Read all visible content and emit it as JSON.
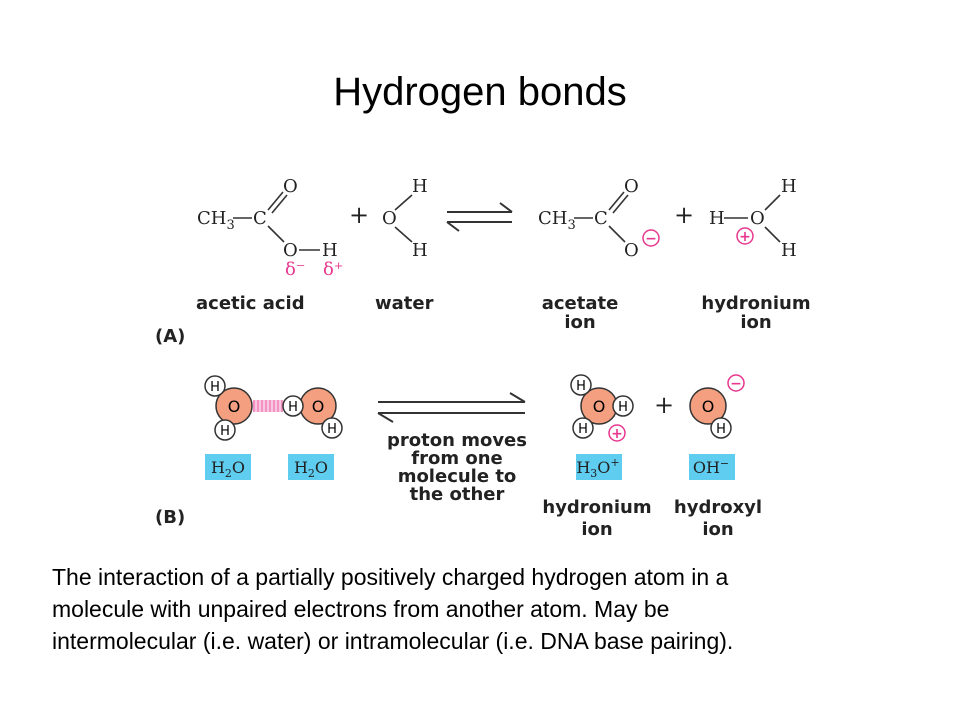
{
  "title": "Hydrogen bonds",
  "caption": {
    "line1": "The interaction of a partially positively charged hydrogen atom in a",
    "line2": "molecule with unpaired electrons from another atom.  May be",
    "line3": "intermolecular (i.e. water) or intramolecular (i.e. DNA base pairing)."
  },
  "panel_a": {
    "label": "(A)",
    "acetic_acid": {
      "ch3": "CH",
      "sub3": "3",
      "c": "C",
      "o_top": "O",
      "o": "O",
      "h": "H",
      "delta_minus": "δ⁻",
      "delta_plus": "δ⁺",
      "label": "acetic acid"
    },
    "plus1": "+",
    "water": {
      "o": "O",
      "h_top": "H",
      "h_bottom": "H",
      "label": "water"
    },
    "acetate": {
      "ch3": "CH",
      "sub3": "3",
      "c": "C",
      "o_top": "O",
      "o": "O",
      "charge": "−",
      "label_line1": "acetate",
      "label_line2": "ion"
    },
    "plus2": "+",
    "hydronium": {
      "h_left": "H",
      "o": "O",
      "h_top": "H",
      "h_bottom": "H",
      "charge": "+",
      "label_line1": "hydronium",
      "label_line2": "ion"
    }
  },
  "panel_b": {
    "label": "(B)",
    "water1": {
      "o": "O",
      "h_top": "H",
      "h_bottom": "H"
    },
    "water2": {
      "o": "O",
      "h_left": "H",
      "h_bottom": "H"
    },
    "formula1": {
      "main": "H",
      "sub": "2",
      "end": "O"
    },
    "formula2": {
      "main": "H",
      "sub": "2",
      "end": "O"
    },
    "arrow_text": {
      "line1": "proton moves",
      "line2": "from one",
      "line3": "molecule to",
      "line4": "the other"
    },
    "hydronium": {
      "o": "O",
      "h_top": "H",
      "h_right": "H",
      "h_bottom": "H",
      "charge": "+",
      "formula_main": "H",
      "formula_sub": "3",
      "formula_end": "O",
      "formula_sup": "+",
      "label_line1": "hydronium",
      "label_line2": "ion"
    },
    "plus": "+",
    "hydroxyl": {
      "o": "O",
      "h": "H",
      "charge": "−",
      "formula": "OH",
      "formula_sup": "−",
      "label_line1": "hydroxyl",
      "label_line2": "ion"
    }
  },
  "colors": {
    "oxygen": "#f4a080",
    "formula_box": "#5ecdf0",
    "charge": "#e8378f",
    "bond": "#333333"
  }
}
